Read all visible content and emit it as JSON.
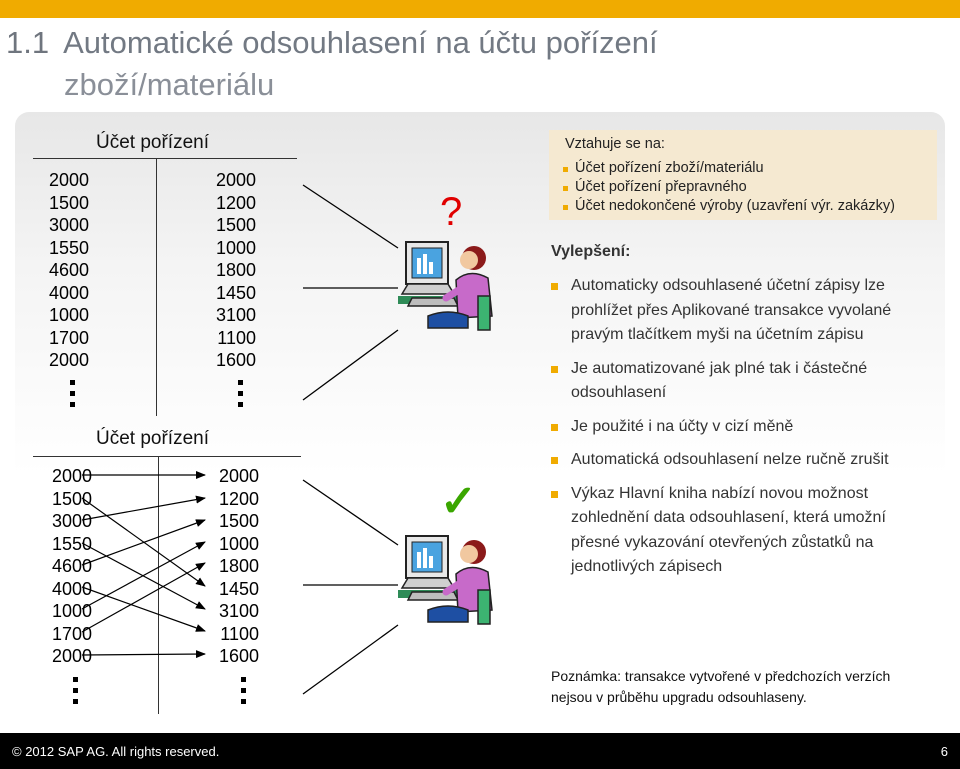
{
  "slide": {
    "section_number": "1.1",
    "title_line1": "Automatické odsouhlasení na účtu pořízení",
    "title_line2": "zboží/materiálu"
  },
  "ledger_top": {
    "header": "Účet pořízení",
    "left_values": [
      "2000",
      "1500",
      "3000",
      "1550",
      "4600",
      "4000",
      "1000",
      "1700",
      "2000"
    ],
    "right_values": [
      "2000",
      "1200",
      "1500",
      "1000",
      "1800",
      "1450",
      "3100",
      "1100",
      "1600"
    ]
  },
  "ledger_bottom": {
    "header": "Účet pořízení",
    "left_values": [
      "2000",
      "1500",
      "3000",
      "1550",
      "4600",
      "4000",
      "1000",
      "1700",
      "2000"
    ],
    "right_values": [
      "2000",
      "1200",
      "1500",
      "1000",
      "1800",
      "1450",
      "3100",
      "1100",
      "1600"
    ]
  },
  "symbols": {
    "question_mark": "?",
    "check_mark": "✓",
    "question_color": "#e00000",
    "check_color": "#3aa600"
  },
  "applies_to": {
    "heading": "Vztahuje se na:",
    "items": [
      "Účet pořízení zboží/materiálu",
      "Účet pořízení přepravného",
      "Účet nedokončené výroby (uzavření výr. zakázky)"
    ]
  },
  "improvements": {
    "heading": "Vylepšení:",
    "items": [
      "Automaticky odsouhlasené účetní zápisy lze prohlížet přes Aplikované transakce vyvolané pravým tlačítkem myši na účetním zápisu",
      "Je automatizované jak plné tak i částečné odsouhlasení",
      "Je použité i na účty v cizí měně",
      "Automatická odsouhlasení nelze ručně zrušit",
      "Výkaz Hlavní kniha nabízí novou možnost zohlednění data odsouhlasení, která umožní přesné vykazování otevřených zůstatků na jednotlivých zápisech"
    ]
  },
  "note": "Poznámka: transakce vytvořené v předchozích verzích nejsou v průběhu upgradu odsouhlaseny.",
  "footer": {
    "copyright": "© 2012 SAP AG. All rights reserved.",
    "page_number": "6"
  },
  "colors": {
    "accent": "#f0ab00",
    "footer_bg": "#000000",
    "refbox_bg": "#f5e9d1"
  },
  "icons": [
    "person-at-computer-icon",
    "person-at-computer-icon"
  ]
}
